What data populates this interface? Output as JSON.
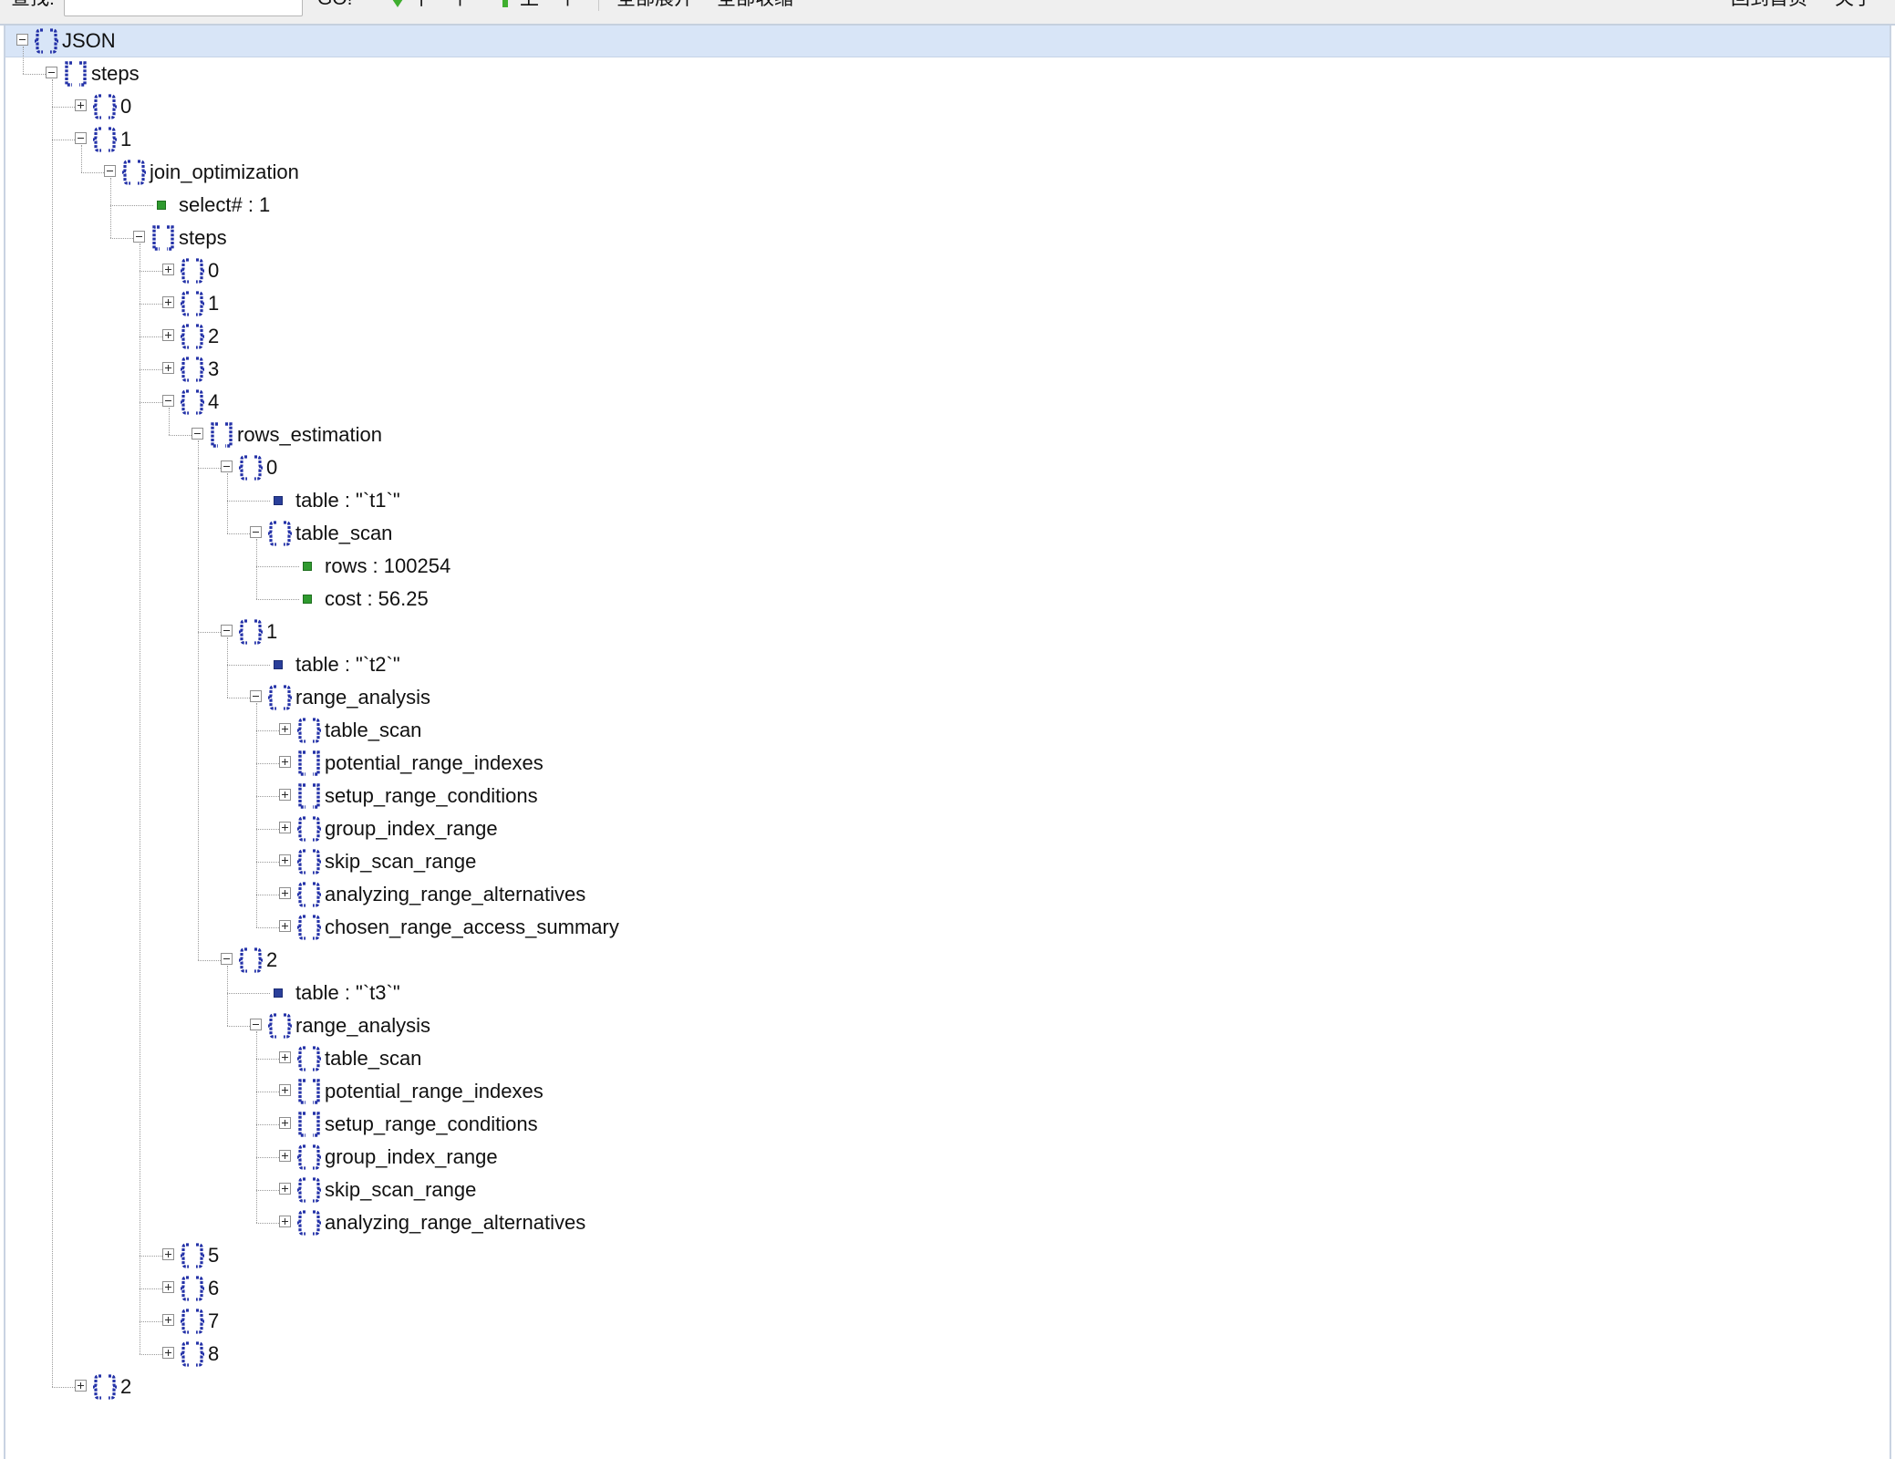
{
  "toolbar": {
    "search_label": "查找:",
    "search_value": "",
    "go_label": "GO!",
    "next_label": "下一个",
    "prev_label": "上一个",
    "expand_all_label": "全部展开",
    "collapse_all_label": "全部收缩",
    "home_label": "回到首页",
    "about_label": "关于"
  },
  "colors": {
    "root_bar": "#d8e5f7",
    "brace_icon": "#2432a8",
    "leaf_number": "#2f9a2f",
    "leaf_string": "#2a3f9a"
  },
  "tree": [
    {
      "depth": 0,
      "kind": "object",
      "label": "JSON",
      "toggle": "minus"
    },
    {
      "depth": 1,
      "kind": "array",
      "label": "steps",
      "toggle": "minus"
    },
    {
      "depth": 2,
      "kind": "object",
      "label": "0",
      "toggle": "plus"
    },
    {
      "depth": 2,
      "kind": "object",
      "label": "1",
      "toggle": "minus"
    },
    {
      "depth": 3,
      "kind": "object",
      "label": "join_optimization",
      "toggle": "minus"
    },
    {
      "depth": 4,
      "kind": "leaf",
      "leaf": "green",
      "label": "select# : 1"
    },
    {
      "depth": 4,
      "kind": "array",
      "label": "steps",
      "toggle": "minus"
    },
    {
      "depth": 5,
      "kind": "object",
      "label": "0",
      "toggle": "plus"
    },
    {
      "depth": 5,
      "kind": "object",
      "label": "1",
      "toggle": "plus"
    },
    {
      "depth": 5,
      "kind": "object",
      "label": "2",
      "toggle": "plus"
    },
    {
      "depth": 5,
      "kind": "object",
      "label": "3",
      "toggle": "plus"
    },
    {
      "depth": 5,
      "kind": "object",
      "label": "4",
      "toggle": "minus"
    },
    {
      "depth": 6,
      "kind": "array",
      "label": "rows_estimation",
      "toggle": "minus"
    },
    {
      "depth": 7,
      "kind": "object",
      "label": "0",
      "toggle": "minus"
    },
    {
      "depth": 8,
      "kind": "leaf",
      "leaf": "blue",
      "label": "table : \"`t1`\""
    },
    {
      "depth": 8,
      "kind": "object",
      "label": "table_scan",
      "toggle": "minus"
    },
    {
      "depth": 9,
      "kind": "leaf",
      "leaf": "green",
      "label": "rows : 100254"
    },
    {
      "depth": 9,
      "kind": "leaf",
      "leaf": "green",
      "label": "cost : 56.25"
    },
    {
      "depth": 7,
      "kind": "object",
      "label": "1",
      "toggle": "minus"
    },
    {
      "depth": 8,
      "kind": "leaf",
      "leaf": "blue",
      "label": "table : \"`t2`\""
    },
    {
      "depth": 8,
      "kind": "object",
      "label": "range_analysis",
      "toggle": "minus"
    },
    {
      "depth": 9,
      "kind": "object",
      "label": "table_scan",
      "toggle": "plus"
    },
    {
      "depth": 9,
      "kind": "array",
      "label": "potential_range_indexes",
      "toggle": "plus"
    },
    {
      "depth": 9,
      "kind": "array",
      "label": "setup_range_conditions",
      "toggle": "plus"
    },
    {
      "depth": 9,
      "kind": "object",
      "label": "group_index_range",
      "toggle": "plus"
    },
    {
      "depth": 9,
      "kind": "object",
      "label": "skip_scan_range",
      "toggle": "plus"
    },
    {
      "depth": 9,
      "kind": "object",
      "label": "analyzing_range_alternatives",
      "toggle": "plus"
    },
    {
      "depth": 9,
      "kind": "object",
      "label": "chosen_range_access_summary",
      "toggle": "plus"
    },
    {
      "depth": 7,
      "kind": "object",
      "label": "2",
      "toggle": "minus"
    },
    {
      "depth": 8,
      "kind": "leaf",
      "leaf": "blue",
      "label": "table : \"`t3`\""
    },
    {
      "depth": 8,
      "kind": "object",
      "label": "range_analysis",
      "toggle": "minus"
    },
    {
      "depth": 9,
      "kind": "object",
      "label": "table_scan",
      "toggle": "plus"
    },
    {
      "depth": 9,
      "kind": "array",
      "label": "potential_range_indexes",
      "toggle": "plus"
    },
    {
      "depth": 9,
      "kind": "array",
      "label": "setup_range_conditions",
      "toggle": "plus"
    },
    {
      "depth": 9,
      "kind": "object",
      "label": "group_index_range",
      "toggle": "plus"
    },
    {
      "depth": 9,
      "kind": "object",
      "label": "skip_scan_range",
      "toggle": "plus"
    },
    {
      "depth": 9,
      "kind": "object",
      "label": "analyzing_range_alternatives",
      "toggle": "plus"
    },
    {
      "depth": 5,
      "kind": "object",
      "label": "5",
      "toggle": "plus"
    },
    {
      "depth": 5,
      "kind": "object",
      "label": "6",
      "toggle": "plus"
    },
    {
      "depth": 5,
      "kind": "object",
      "label": "7",
      "toggle": "plus"
    },
    {
      "depth": 5,
      "kind": "object",
      "label": "8",
      "toggle": "plus"
    },
    {
      "depth": 2,
      "kind": "object",
      "label": "2",
      "toggle": "plus"
    }
  ]
}
